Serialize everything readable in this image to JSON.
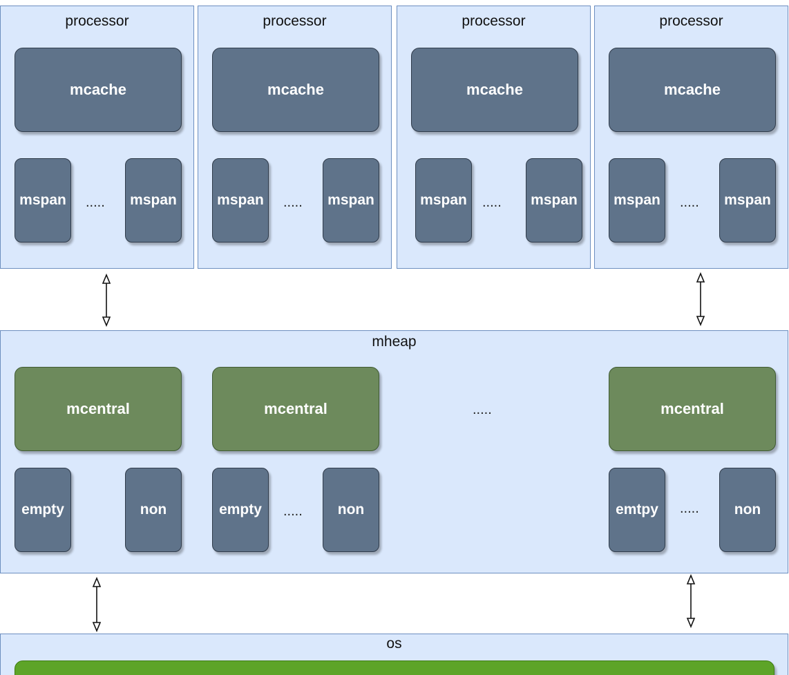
{
  "processors": [
    {
      "title": "processor",
      "mcache": "mcache",
      "mspan_left": "mspan",
      "ellipsis": ".....",
      "mspan_right": "mspan"
    },
    {
      "title": "processor",
      "mcache": "mcache",
      "mspan_left": "mspan",
      "ellipsis": ".....",
      "mspan_right": "mspan"
    },
    {
      "title": "processor",
      "mcache": "mcache",
      "mspan_left": "mspan",
      "ellipsis": ".....",
      "mspan_right": "mspan"
    },
    {
      "title": "processor",
      "mcache": "mcache",
      "mspan_left": "mspan",
      "ellipsis": ".....",
      "mspan_right": "mspan"
    }
  ],
  "mheap": {
    "title": "mheap",
    "centrals": [
      {
        "label": "mcentral",
        "left": "empty",
        "ellipsis": "",
        "right": "non"
      },
      {
        "label": "mcentral",
        "left": "empty",
        "ellipsis": ".....",
        "right": "non"
      },
      {
        "label": "mcentral",
        "left": "emtpy",
        "ellipsis": ".....",
        "right": "non"
      }
    ],
    "middle_ellipsis": "....."
  },
  "os": {
    "title": "os"
  },
  "colors": {
    "panel_fill": "#dae8fc",
    "panel_border": "#6c8ebf",
    "slate_box": "#5f738a",
    "green_box": "#6d8a5c",
    "os_box": "#5da428"
  }
}
